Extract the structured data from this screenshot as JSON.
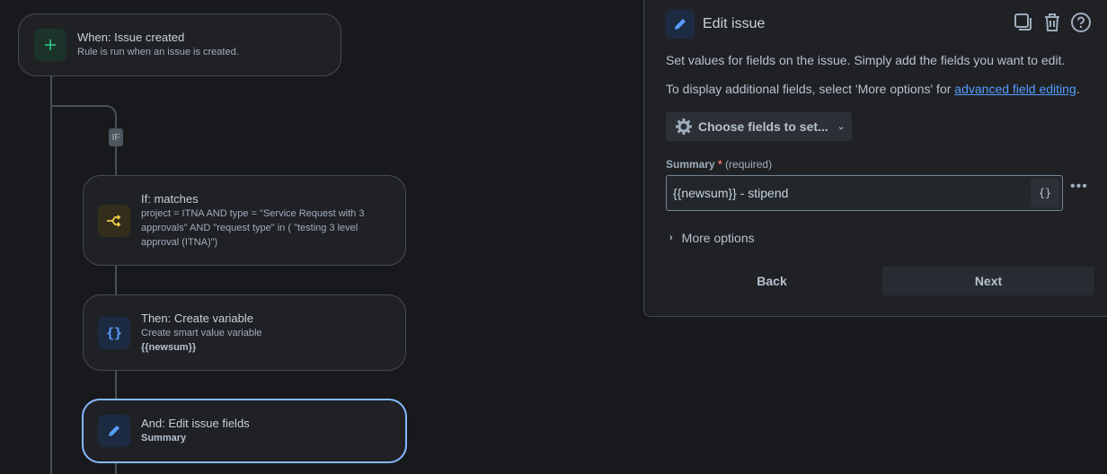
{
  "flow": {
    "trigger": {
      "title": "When: Issue created",
      "description": "Rule is run when an issue is created.",
      "icon": "plus-icon",
      "icon_color": "#2abb7f"
    },
    "branch_badge": "IF",
    "condition": {
      "title": "If: matches",
      "description": "project = ITNA AND type = \"Service Request with 3 approvals\" AND \"request type\" in ( \"testing 3 level approval (ITNA)\")",
      "icon": "branch-icon",
      "icon_color": "#f5cd47"
    },
    "action1": {
      "title": "Then: Create variable",
      "description": "Create smart value variable",
      "detail": "{{newsum}}",
      "icon": "braces-icon",
      "icon_color": "#579dff"
    },
    "action2": {
      "title": "And: Edit issue fields",
      "detail": "Summary",
      "icon": "pencil-icon",
      "icon_color": "#579dff",
      "selected": true
    }
  },
  "panel": {
    "title": "Edit issue",
    "actions": [
      "duplicate-icon",
      "trash-icon",
      "help-icon"
    ],
    "intro": "Set values for fields on the issue. Simply add the fields you want to edit.",
    "additional_prefix": "To display additional fields, select 'More options' for ",
    "additional_link": "advanced field editing",
    "additional_suffix": ".",
    "choose_fields_label": "Choose fields to set...",
    "summary_field": {
      "label": "Summary",
      "required_mark": "*",
      "required_text": "(required)",
      "value": "{{newsum}} - stipend",
      "smart_value_button": "{}"
    },
    "more_field_actions": "•••",
    "more_options_label": "More options",
    "back_label": "Back",
    "next_label": "Next"
  }
}
